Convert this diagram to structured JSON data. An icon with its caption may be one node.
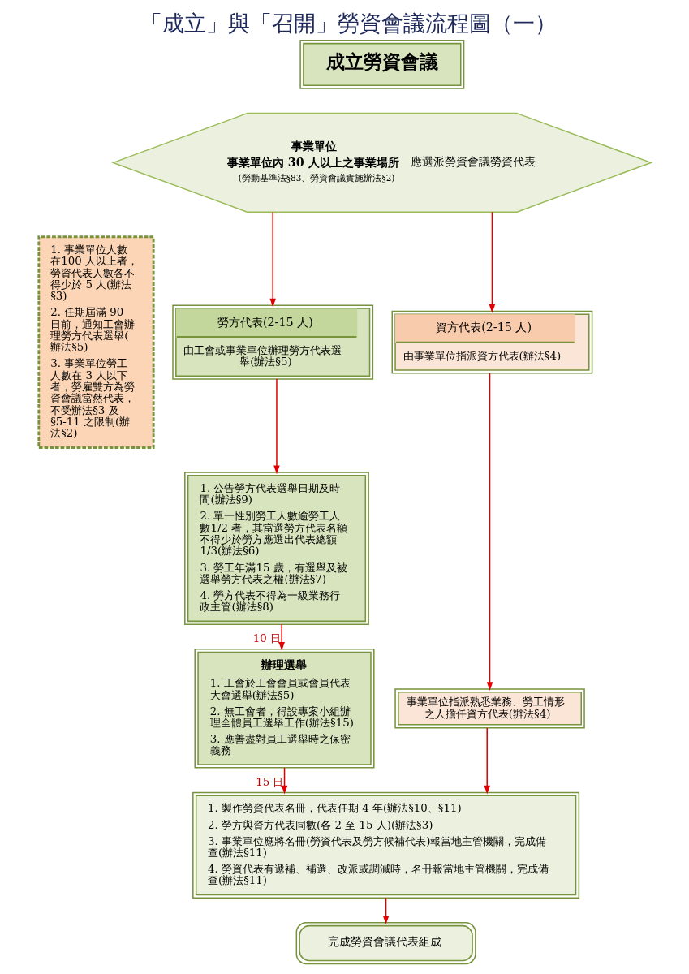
{
  "diagram": {
    "title": "「成立」與「召開」勞資會議流程圖（一）",
    "nodes": [
      {
        "text": [
          "成立勞資會議"
        ]
      },
      {
        "text": [
          "事業單位",
          "事業單位內 30 人以上之事業場所",
          "(勞動基準法§83、勞資會議實施辦法§2)",
          "應選派勞資會議勞資代表"
        ]
      },
      {
        "text": [
          "勞方代表(2-15 人)",
          "由工會或事業單位辦理勞方代表選舉(辦法§5)"
        ]
      },
      {
        "text": [
          "資方代表(2-15 人)",
          "由事業單位指派資方代表(辦法§4)"
        ]
      },
      {
        "text": [
          "1. 事業單位人數在100 人以上者，勞資代表人數各不得少於 5 人(辦法§3)",
          "2. 任期屆滿 90 日前，通知工會辦理勞方代表選舉(辦法§5)",
          "3. 事業單位勞工人數在 3 人以下者，勞雇雙方為勞資會議當然代表，不受辦法§3 及§5-11 之限制(辦法§2)"
        ]
      },
      {
        "text": [
          "1. 公告勞方代表選舉日期及時間(辦法§9)",
          "2. 單一性別勞工人數逾勞工人數1/2 者，其當選勞方代表名額不得少於勞方應選出代表總額1/3(辦法§6)",
          "3. 勞工年滿15 歲，有選舉及被選舉勞方代表之權(辦法§7)",
          "4. 勞方代表不得為一級業務行政主管(辦法§8)"
        ]
      },
      {
        "text": [
          "辦理選舉",
          "1. 工會於工會會員或會員代表大會選舉(辦法§5)",
          "2. 無工會者，得設專案小組辦理全體員工選舉工作(辦法§15)",
          "3. 應善盡對員工選舉時之保密義務"
        ]
      },
      {
        "text": [
          "事業單位指派熟悉業務、勞工情形之人擔任資方代表(辦法§4)"
        ]
      },
      {
        "text": [
          "1. 製作勞資代表名冊，代表任期 4 年(辦法§10、§11)",
          "2. 勞方與資方代表同數(各 2 至 15 人)(辦法§3)",
          "3. 事業單位應將名冊(勞資代表及勞方候補代表)報當地主管機關，完成備查(辦法§11)",
          "4. 勞資代表有遞補、補選、改派或調減時，名冊報當地主管機關，完成備查(辦法§11)"
        ]
      },
      {
        "text": [
          "完成勞資會議代表組成"
        ]
      }
    ],
    "edges": [
      {
        "from": 1,
        "to": 2,
        "arrow": "to"
      },
      {
        "from": 1,
        "to": 3,
        "arrow": "to"
      },
      {
        "from": 2,
        "to": 5,
        "arrow": "to"
      },
      {
        "from": 5,
        "to": 6,
        "arrow": "to",
        "label": "10 日"
      },
      {
        "from": 3,
        "to": 7,
        "arrow": "to"
      },
      {
        "from": 6,
        "to": 8,
        "arrow": "to",
        "label": "15 日"
      },
      {
        "from": 7,
        "to": 8,
        "arrow": "to"
      },
      {
        "from": 8,
        "to": 9,
        "arrow": "to"
      }
    ]
  }
}
